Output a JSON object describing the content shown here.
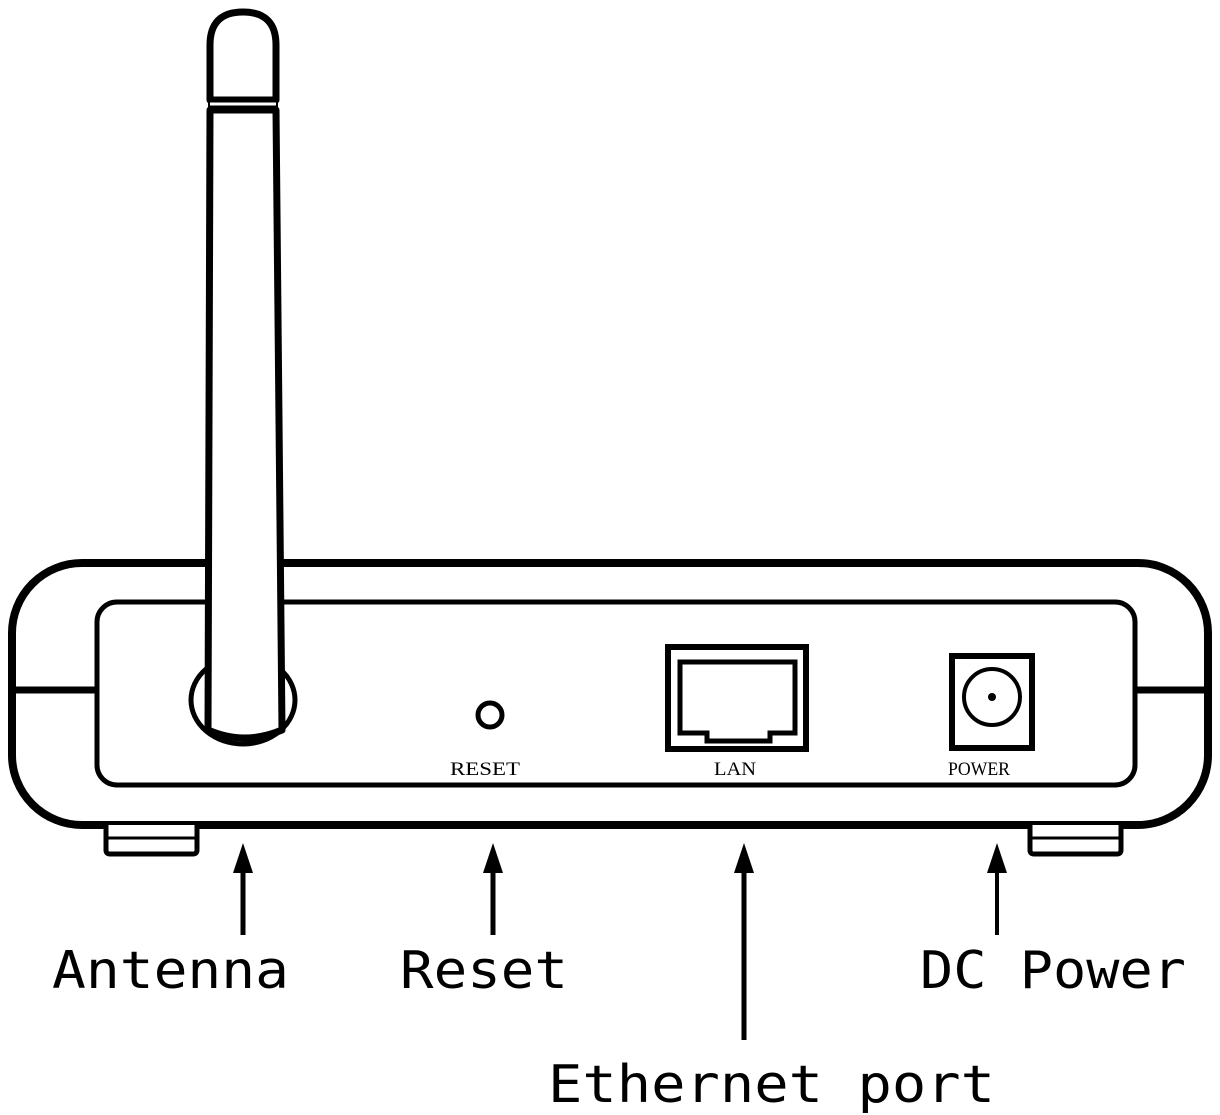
{
  "panel_labels": {
    "reset": "RESET",
    "lan": "LAN",
    "power": "POWER"
  },
  "callouts": {
    "antenna": "Antenna",
    "reset": "Reset",
    "dc_power": "DC Power",
    "ethernet": "Ethernet port"
  },
  "colors": {
    "ink": "#000000",
    "paper": "#ffffff"
  }
}
